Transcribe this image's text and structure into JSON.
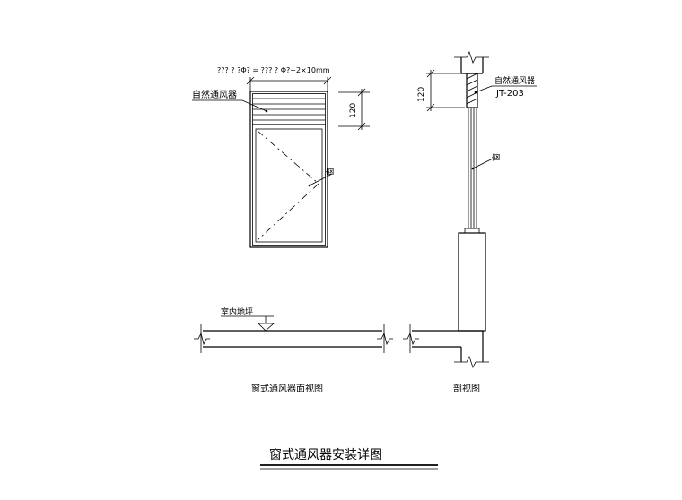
{
  "front_view": {
    "dimension_formula": "??? ? ?Φ? = ??? ? Φ?+2×10mm",
    "vent_label": "自然通风器",
    "dim_vent_height": "120",
    "window_label": "窗",
    "floor_label": "室内地坪",
    "caption": "窗式通风器面视图"
  },
  "section_view": {
    "dim_vent_height": "120",
    "vent_label": "自然通风器",
    "vent_model": "JT-203",
    "window_label": "窗",
    "caption": "剖视图"
  },
  "sheet_title": "窗式通风器安装详图"
}
